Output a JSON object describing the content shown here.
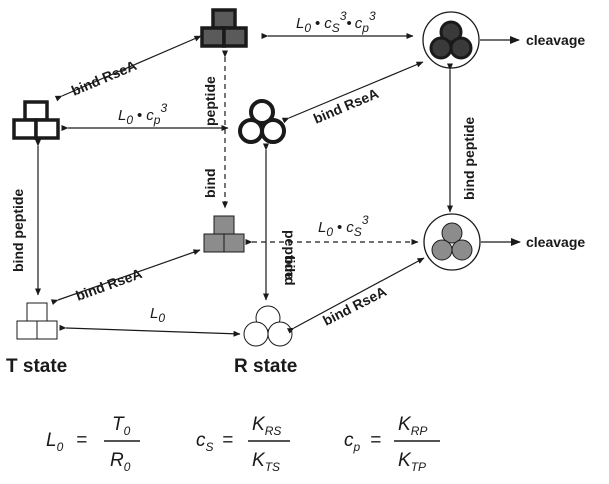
{
  "labels": {
    "bind_rsea": "bind RseA",
    "bind_peptide": "bind peptide",
    "bind": "bind",
    "peptide": "peptide",
    "cleavage": "cleavage",
    "t_state": "T state",
    "r_state": "R state"
  },
  "expressions": {
    "top_L0": "L",
    "top_L0_sub": "0",
    "top_cs": "c",
    "top_cs_sub": "S",
    "top_cp": "c",
    "top_cp_sub": "p",
    "exp": "3",
    "dot": "•",
    "mid_L0": "L",
    "mid_L0_sub": "0"
  },
  "equations": {
    "eq1": {
      "lhs": "L",
      "lhs_sub": "0",
      "num": "T",
      "num_sub": "0",
      "den": "R",
      "den_sub": "0"
    },
    "eq2": {
      "lhs": "c",
      "lhs_sub": "S",
      "num": "K",
      "num_sub": "RS",
      "den": "K",
      "den_sub": "TS"
    },
    "eq3": {
      "lhs": "c",
      "lhs_sub": "p",
      "num": "K",
      "num_sub": "RP",
      "den": "K",
      "den_sub": "TP"
    },
    "equals": "="
  },
  "colors": {
    "stroke": "#1a1a1a",
    "peptide_bound_fill": "#5a5a5a",
    "rsea_bound_fill": "#8c8c8c",
    "double_bound_fill": "#3a3a3a",
    "empty_fill": "#ffffff"
  }
}
